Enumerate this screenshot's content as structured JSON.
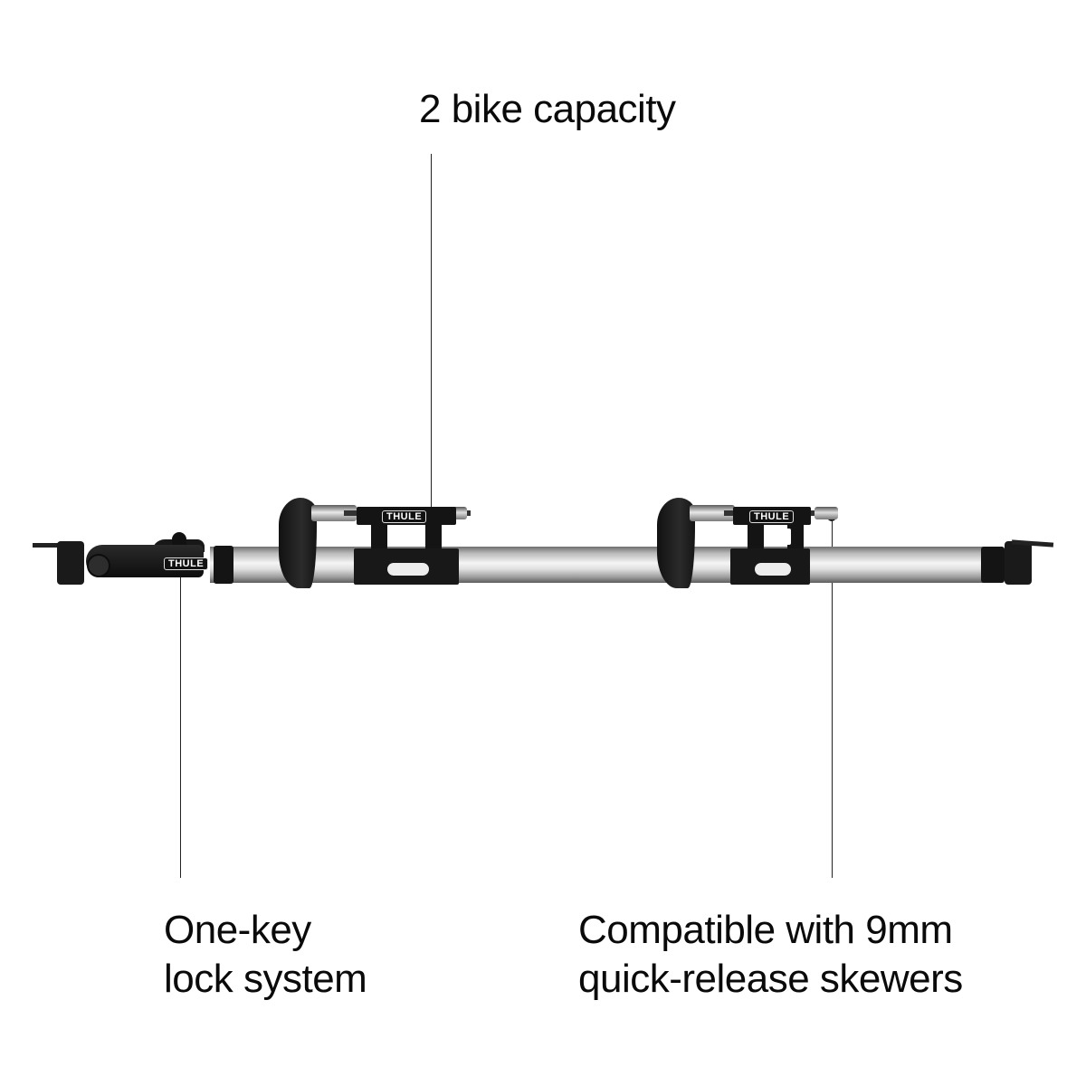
{
  "product": {
    "brand_mark": "THULE",
    "badges": [
      "THULE",
      "THULE",
      "THULE"
    ]
  },
  "callouts": {
    "capacity": {
      "text": "2 bike capacity"
    },
    "lock": {
      "line1": "One-key",
      "line2": "lock system"
    },
    "skewer": {
      "line1": "Compatible with 9mm",
      "line2": "quick-release skewers"
    }
  },
  "colors": {
    "background": "#ffffff",
    "text": "#0a0a0a",
    "rack_black": "#141414",
    "rack_silver": "#e0e0e0"
  }
}
